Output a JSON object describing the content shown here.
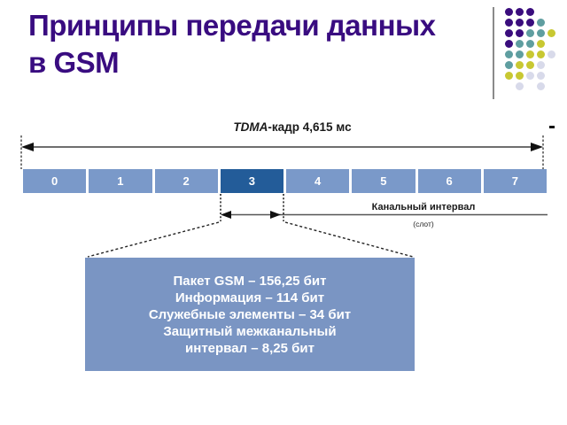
{
  "slide": {
    "title_lines": [
      "Принципы передачи данных",
      "в GSM"
    ]
  },
  "diagram": {
    "frame_label": {
      "italic": "TDMA",
      "rest": "-кадр 4,615 мс"
    },
    "slots": [
      "0",
      "1",
      "2",
      "3",
      "4",
      "5",
      "6",
      "7"
    ],
    "highlighted_slot_index": 3,
    "channel_interval": {
      "label": "Канальный интервал",
      "sublabel": "(слот)"
    },
    "packet_lines": [
      "Пакет GSM – 156,25 бит",
      "Информация – 114 бит",
      "Служебные элементы – 34 бит",
      "Защитный межканальный",
      "интервал – 8,25 бит"
    ]
  },
  "colors": {
    "title": "#390c80",
    "slot_fill": "#7a99c9",
    "slot_highlight": "#235c99",
    "packet_box_fill": "#7a95c3",
    "dot_purple": "#3a0d7d",
    "dot_teal": "#5f9ea0",
    "dot_yellow": "#c8c832",
    "dot_lavender": "#d8daea"
  },
  "decor": {
    "dots_grid": [
      "ppp..",
      "pppt.",
      "pptty",
      "ptty.",
      "ttyyl",
      "tyyl.",
      "yyll.",
      ".l.l."
    ]
  }
}
